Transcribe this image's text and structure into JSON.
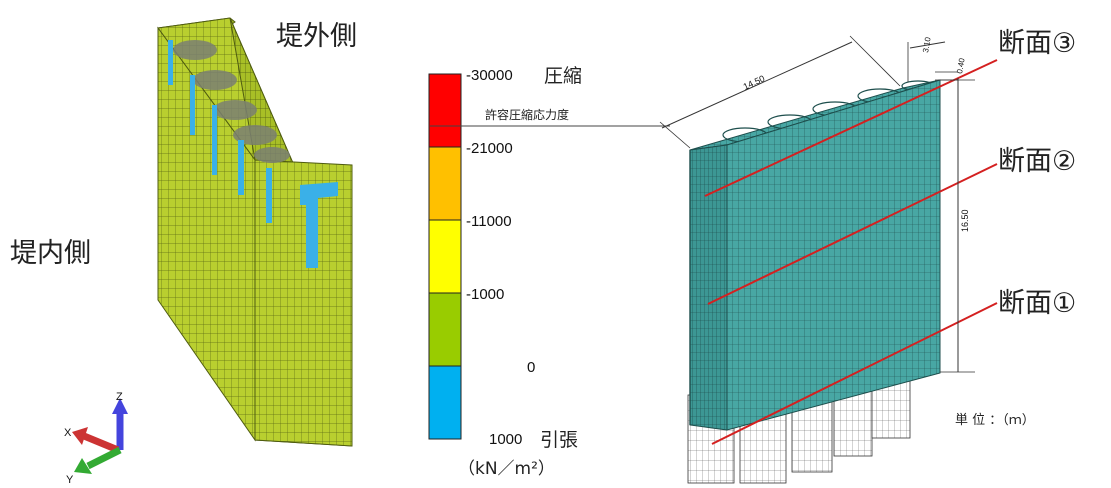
{
  "left_model": {
    "label_outer": "堤外側",
    "label_inner": "堤内側",
    "axis": {
      "x": "X",
      "y": "Y",
      "z": "Z"
    }
  },
  "legend": {
    "ticks": [
      "-30000",
      "-21000",
      "-11000",
      "-1000",
      "0",
      "1000"
    ],
    "compression": "圧縮",
    "allowable": "許容圧縮応力度",
    "tension": "引張",
    "unit": "（kN／m²）",
    "bands": [
      {
        "color": "#ff0000"
      },
      {
        "color": "#ffc000"
      },
      {
        "color": "#ffff00"
      },
      {
        "color": "#99cc00"
      },
      {
        "color": "#00b0f0"
      }
    ]
  },
  "right_model": {
    "sections": [
      "断面③",
      "断面②",
      "断面①"
    ],
    "dims": {
      "length": "14.50",
      "width": "3.10",
      "top": "0.40",
      "height": "16.50"
    },
    "unit_note": "単 位 ：（ｍ）",
    "colors": {
      "mesh": "#48a7a4",
      "section_line": "#d42020"
    }
  }
}
